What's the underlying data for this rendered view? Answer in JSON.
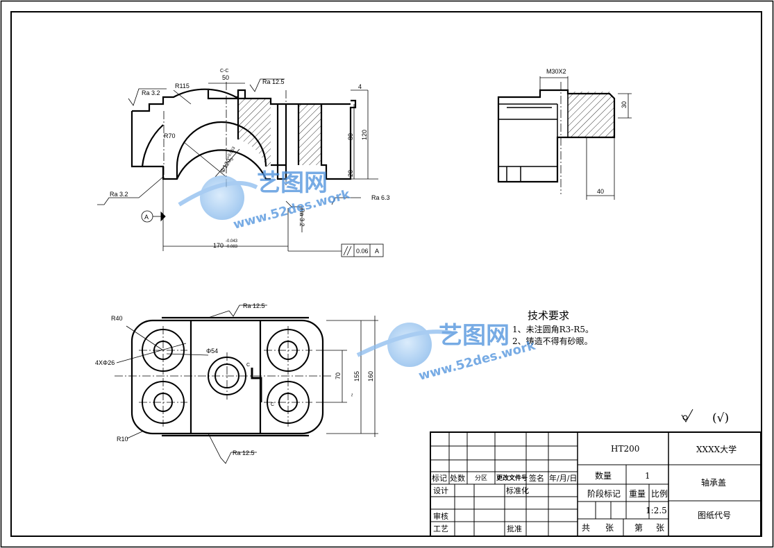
{
  "views": {
    "front": {
      "ra_top_left": "Ra 3.2",
      "r115": "R115",
      "cc_mark": "C-C",
      "dim_50": "50",
      "ra_top_right": "Ra 12.5",
      "dim_4": "4",
      "r70": "R70",
      "dia120": "Φ120",
      "dia120_tol": "+0.063",
      "dia120_tol2": "0",
      "dim_80": "80",
      "dim_120": "120",
      "dim_20": "20",
      "ra_bottom_left": "Ra 3.2",
      "ra_right": "Ra 6.3",
      "ra_inner": "Ra 3.2",
      "datum": "A",
      "dim_170": "170",
      "dim_170_tol1": "-0.043",
      "dim_170_tol2": "-0.083",
      "tol_value": "0.06",
      "tol_datum": "A"
    },
    "side": {
      "thread": "M30X2",
      "dim_30": "30",
      "dim_40": "40"
    },
    "plan": {
      "r40": "R40",
      "holes": "4XΦ26",
      "dia54": "Φ54",
      "ra_top": "Ra 12.5",
      "ra_bottom": "Ra 12.5",
      "r10": "R10",
      "dim_70": "70",
      "dim_155": "155",
      "dim_160": "160",
      "mark_c": "C",
      "mark_c2": "C",
      "mark_tilde": "~"
    }
  },
  "tech_req": {
    "title": "技术要求",
    "line1": "1、未注圆角R3-R5。",
    "line2": "2、铸造不得有砂眼。"
  },
  "surface_note": "(√)",
  "title_block": {
    "material": "HT200",
    "university": "XXXX大学",
    "part_name": "轴承盖",
    "qty_label": "数量",
    "qty_value": "1",
    "stage_label": "阶段标记",
    "weight_label": "重量",
    "scale_label": "比例",
    "scale_value": "1:2.5",
    "drawing_no_label": "图纸代号",
    "total_label": "共",
    "sheet_unit1": "张",
    "page_label": "第",
    "sheet_unit2": "张",
    "rev_mark": "标记",
    "rev_count": "处数",
    "rev_zone": "分区",
    "rev_doc": "更改文件号",
    "rev_sign": "签名",
    "rev_date": "年/月/日",
    "design": "设计",
    "standard": "标准化",
    "review": "审核",
    "process": "工艺",
    "approve": "批准"
  },
  "watermark": {
    "name": "艺图网",
    "url": "www.52des.work"
  }
}
